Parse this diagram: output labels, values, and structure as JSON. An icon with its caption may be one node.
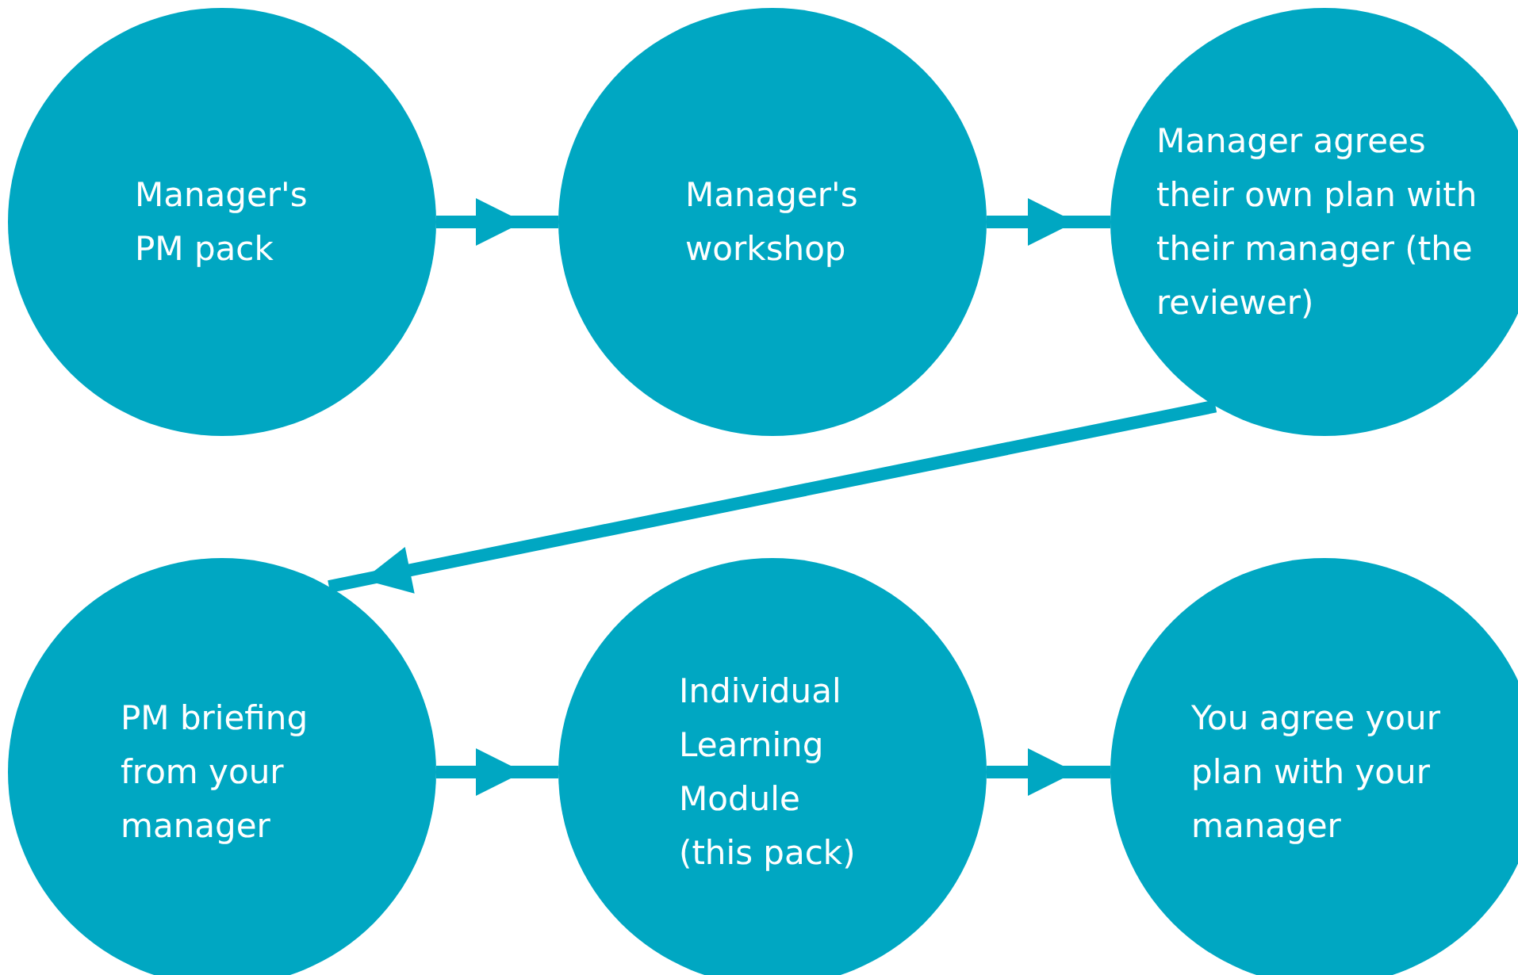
{
  "diagram": {
    "nodes": [
      {
        "text": [
          "Manager's PM pack"
        ]
      },
      {
        "text": [
          "Manager's workshop"
        ]
      },
      {
        "text": [
          "Manager agrees their own plan with their manager (the reviewer)"
        ]
      },
      {
        "text": [
          "PM briefing from your manager"
        ]
      },
      {
        "text": [
          "Individual Learning Module (this pack)"
        ]
      },
      {
        "text": [
          "You agree your plan with your manager"
        ]
      }
    ],
    "edges": [
      {
        "from": 0,
        "to": 1,
        "arrow": "to"
      },
      {
        "from": 1,
        "to": 2,
        "arrow": "to"
      },
      {
        "from": 2,
        "to": 3,
        "arrow": "to"
      },
      {
        "from": 3,
        "to": 4,
        "arrow": "to"
      },
      {
        "from": 4,
        "to": 5,
        "arrow": "to"
      }
    ]
  }
}
